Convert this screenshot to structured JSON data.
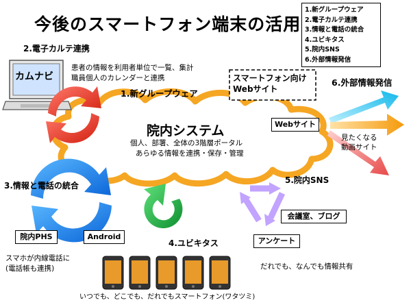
{
  "title": "今後のスマートフォン端末の活用",
  "legend": [
    "1.新グループウェア",
    "2.電子カルテ連携",
    "3.情報と電話の統合",
    "4.ユビキタス",
    "5.院内SNS",
    "6.外部情報発信"
  ],
  "ehr": {
    "label": "2.電子カルテ連携",
    "screen_text": "カムナビ",
    "desc_line1": "患者の情報を利用者単位で一覧、集計",
    "desc_line2": "職員個人のカレンダーと連携"
  },
  "groupware_label": "1.新グループウェア",
  "smartphone_web": {
    "line1": "スマートフォン向け",
    "line2": "Webサイト"
  },
  "external": {
    "label": "6.外部情報発信",
    "video_line1": "見たくなる",
    "video_line2": "動画サイト"
  },
  "cloud": {
    "title": "院内システム",
    "sub1": "個人、部署、全体の3階層ポータル",
    "sub2": "あらゆる情報を連携・保存・管理",
    "web_site": "Webサイト"
  },
  "phone": {
    "label": "3.情報と電話の統合",
    "phs": "院内PHS",
    "android": "Android",
    "desc_line1": "スマホが内線電話に",
    "desc_line2": "(電話帳も連携)"
  },
  "ubiquitous": {
    "label": "4.ユビキタス",
    "caption": "いつでも、どこでも、だれでもスマートフォン(ワタツミ)"
  },
  "sns": {
    "label": "5.院内SNS",
    "meeting": "会議室、ブログ",
    "survey": "アンケート",
    "desc": "だれでも、なんでも情報共有"
  },
  "colors": {
    "cloud_fill": "#ffffff",
    "cloud_stroke": "#f5a623",
    "red_arrow": "#e83a2a",
    "blue_arrow": "#1e90ff",
    "green_arrow": "#22b14c",
    "purple_arrow": "#b388ff",
    "cyan_arrow": "#1ec8f0",
    "orange_arrow": "#f7a21b",
    "pink_arrow": "#f07070"
  },
  "icons": [
    "desktop-pc-icon",
    "smartphone-icon",
    "cycle-arrow-icon",
    "cloud-shape"
  ]
}
